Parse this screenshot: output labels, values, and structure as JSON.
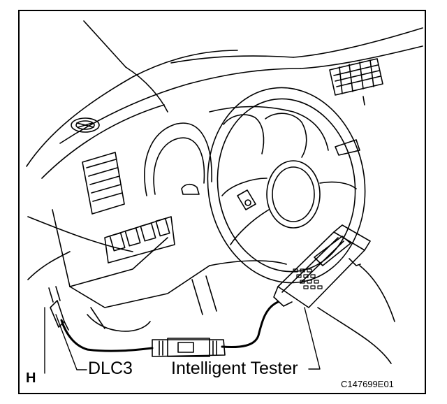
{
  "figure": {
    "connector_label": "DLC3",
    "tester_label": "Intelligent Tester",
    "view_marker": "H",
    "figure_code": "C147699E01"
  },
  "icons": [
    "dashboard-drawing",
    "steering-wheel",
    "intelligent-tester-device",
    "dlc3-connector",
    "cable-adapter"
  ],
  "colors": {
    "line": "#000000",
    "background": "#ffffff"
  }
}
